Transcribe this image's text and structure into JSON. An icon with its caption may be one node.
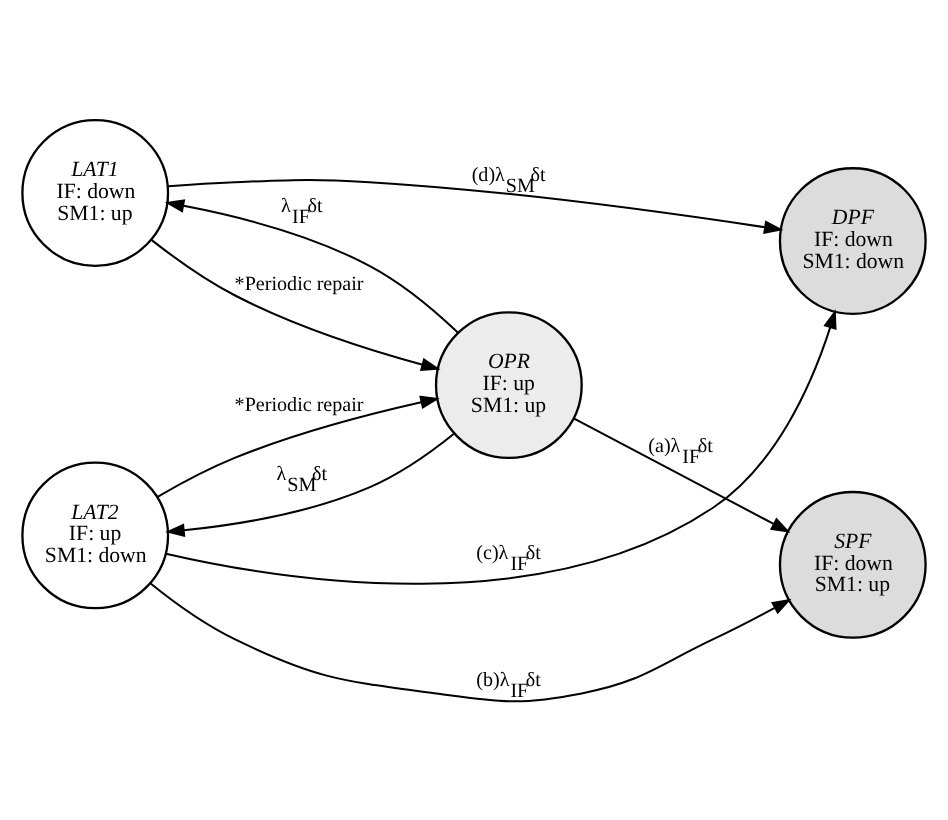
{
  "diagram": {
    "nodes": [
      {
        "text": [
          "LAT1",
          "IF: down",
          "SM1: up"
        ]
      },
      {
        "text": [
          "OPR",
          "IF: up",
          "SM1: up"
        ]
      },
      {
        "text": [
          "DPF",
          "IF: down",
          "SM1: down"
        ]
      },
      {
        "text": [
          "LAT2",
          "IF: up",
          "SM1: down"
        ]
      },
      {
        "text": [
          "SPF",
          "IF: down",
          "SM1: up"
        ]
      }
    ],
    "edges": [
      {
        "from": 1,
        "to": 0,
        "arrow": "to",
        "label": "λ$_{IF}$δt"
      },
      {
        "from": 0,
        "to": 2,
        "arrow": "to",
        "label": "(d)λ$_{SM}$δt"
      },
      {
        "from": 0,
        "to": 1,
        "arrow": "to",
        "label": "*Periodic repair"
      },
      {
        "from": 3,
        "to": 1,
        "arrow": "to",
        "label": "*Periodic repair"
      },
      {
        "from": 1,
        "to": 3,
        "arrow": "to",
        "label": "λ$_{SM}$δt"
      },
      {
        "from": 1,
        "to": 4,
        "arrow": "to",
        "label": "(a)λ$_{IF}$δt"
      },
      {
        "from": 3,
        "to": 2,
        "arrow": "to",
        "label": "(c)λ$_{IF}$δt"
      },
      {
        "from": 3,
        "to": 4,
        "arrow": "to",
        "label": "(b)λ$_{IF}$δt"
      }
    ]
  }
}
